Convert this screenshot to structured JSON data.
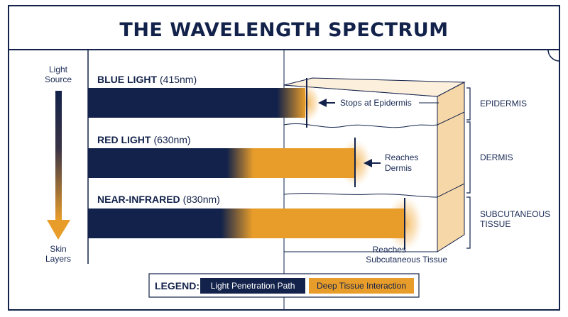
{
  "title": "THE WAVELENGTH SPECTRUM",
  "side_axis": {
    "top_label": [
      "Light",
      "Source"
    ],
    "bottom_label": [
      "Skin",
      "Layers"
    ]
  },
  "bands": [
    {
      "name": "BLUE LIGHT",
      "wavelength": "(415nm)",
      "note": [
        "Stops at Epidermis"
      ]
    },
    {
      "name": "RED LIGHT",
      "wavelength": "(630nm)",
      "note": [
        "Reaches",
        "Dermis"
      ]
    },
    {
      "name": "NEAR-INFRARED",
      "wavelength": "(830nm)",
      "note": [
        "Reaches",
        "Subcutaneous Tissue"
      ]
    }
  ],
  "layers": [
    {
      "label": [
        "EPIDERMIS"
      ]
    },
    {
      "label": [
        "DERMIS"
      ]
    },
    {
      "label": [
        "SUBCUTANEOUS",
        "TISSUE"
      ]
    }
  ],
  "legend": {
    "title": "LEGEND:",
    "items": [
      {
        "label": "Light Penetration Path",
        "color": "#12224a"
      },
      {
        "label": "Deep Tissue Interaction",
        "color": "#e89d2a"
      }
    ]
  },
  "colors": {
    "navy": "#12224a",
    "orange": "#e89d2a",
    "skin": "#f6d7a8"
  },
  "icons": {
    "note_arrow": "arrow-left-icon",
    "axis_arrow": "arrow-down-icon"
  }
}
